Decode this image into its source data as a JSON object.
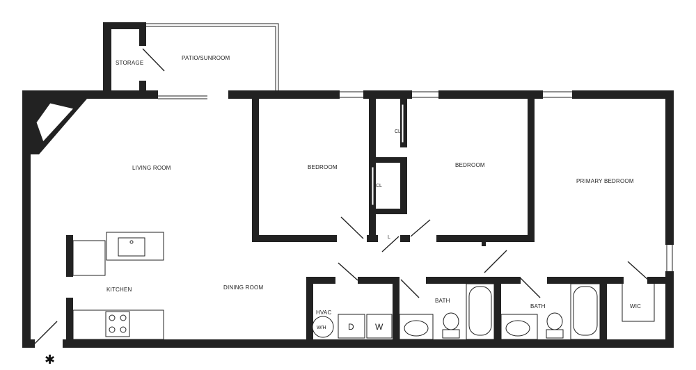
{
  "floorplan": {
    "rooms": {
      "storage": "STORAGE",
      "patio": "PATIO/SUNROOM",
      "living": "LIVING ROOM",
      "bedroom1": "BEDROOM",
      "bedroom2": "BEDROOM",
      "primary": "PRIMARY BEDROOM",
      "kitchen": "KITCHEN",
      "dining": "DINING ROOM",
      "hvac": "HVAC",
      "bath1": "BATH",
      "bath2": "BATH",
      "wic": "WIC",
      "closet1": "CL",
      "closet2": "CL",
      "linen": "L"
    },
    "appliances": {
      "water_heater": "W/H",
      "dryer": "D",
      "washer": "W"
    },
    "entry_marker": "✱"
  }
}
